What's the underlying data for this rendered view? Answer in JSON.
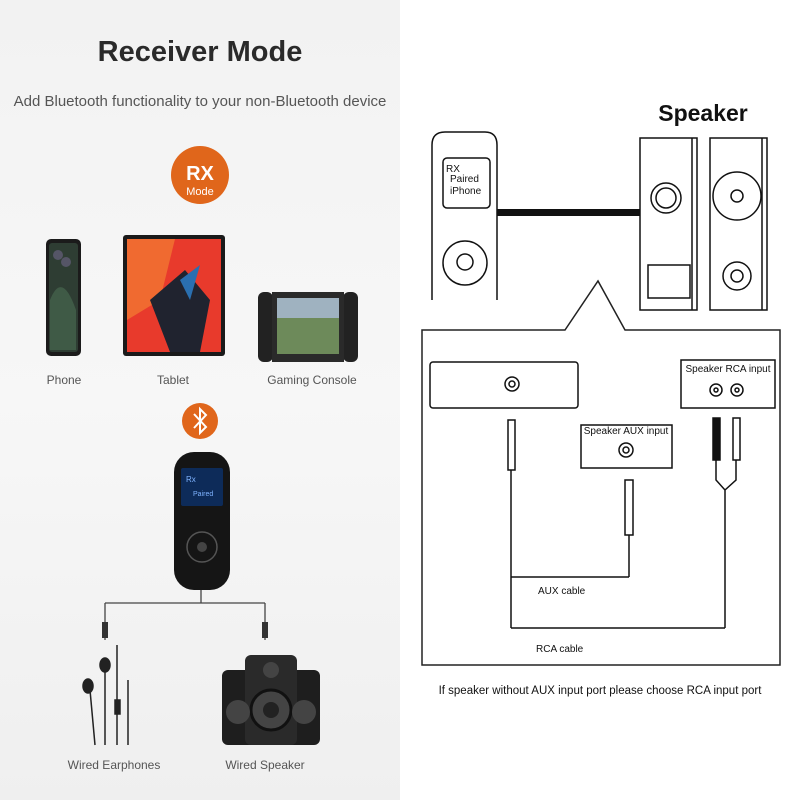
{
  "left_panel": {
    "title": "Receiver Mode",
    "subtitle": "Add Bluetooth functionality to your non-Bluetooth device",
    "mode_badge": {
      "line1": "RX",
      "line2": "Mode",
      "color": "#e0661b"
    },
    "sources": [
      {
        "label": "Phone"
      },
      {
        "label": "Tablet"
      },
      {
        "label": "Gaming Console"
      }
    ],
    "bluetooth_icon": "bluetooth-icon",
    "receiver_screen": {
      "line1": "Rx",
      "line2": "Paired"
    },
    "outputs": [
      {
        "label": "Wired Earphones"
      },
      {
        "label": "Wired Speaker"
      }
    ]
  },
  "right_panel": {
    "speaker_title": "Speaker",
    "device_screen": {
      "line1": "RX",
      "line2": "Paired",
      "line3": "iPhone"
    },
    "rca_input_label": "Speaker RCA input",
    "aux_input_label": "Speaker AUX input",
    "aux_cable_label": "AUX cable",
    "rca_cable_label": "RCA cable",
    "footer_note": "If speaker without AUX input port please choose RCA input port"
  }
}
